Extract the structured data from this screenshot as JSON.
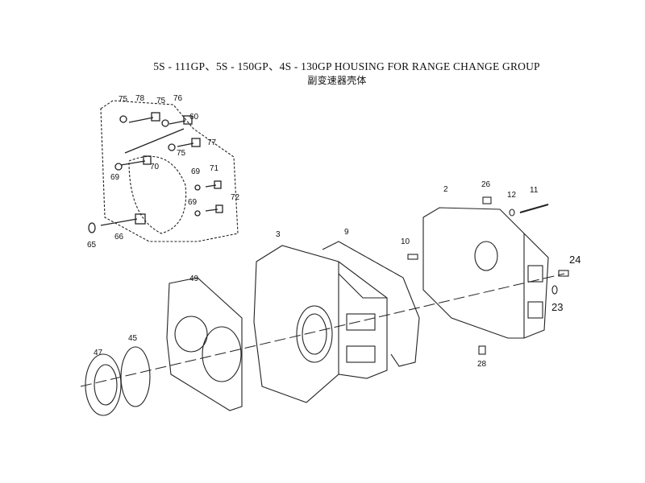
{
  "title": {
    "english": "5S - 111GP、5S - 150GP、4S - 130GP  HOUSING FOR RANGE CHANGE GROUP",
    "chinese": "副变速器壳体"
  },
  "callouts": [
    "75",
    "78",
    "75",
    "76",
    "60",
    "77",
    "75",
    "70",
    "69",
    "69",
    "71",
    "72",
    "69",
    "66",
    "65",
    "3",
    "9",
    "10",
    "2",
    "26",
    "12",
    "11",
    "24",
    "23",
    "28",
    "49",
    "45",
    "47"
  ]
}
